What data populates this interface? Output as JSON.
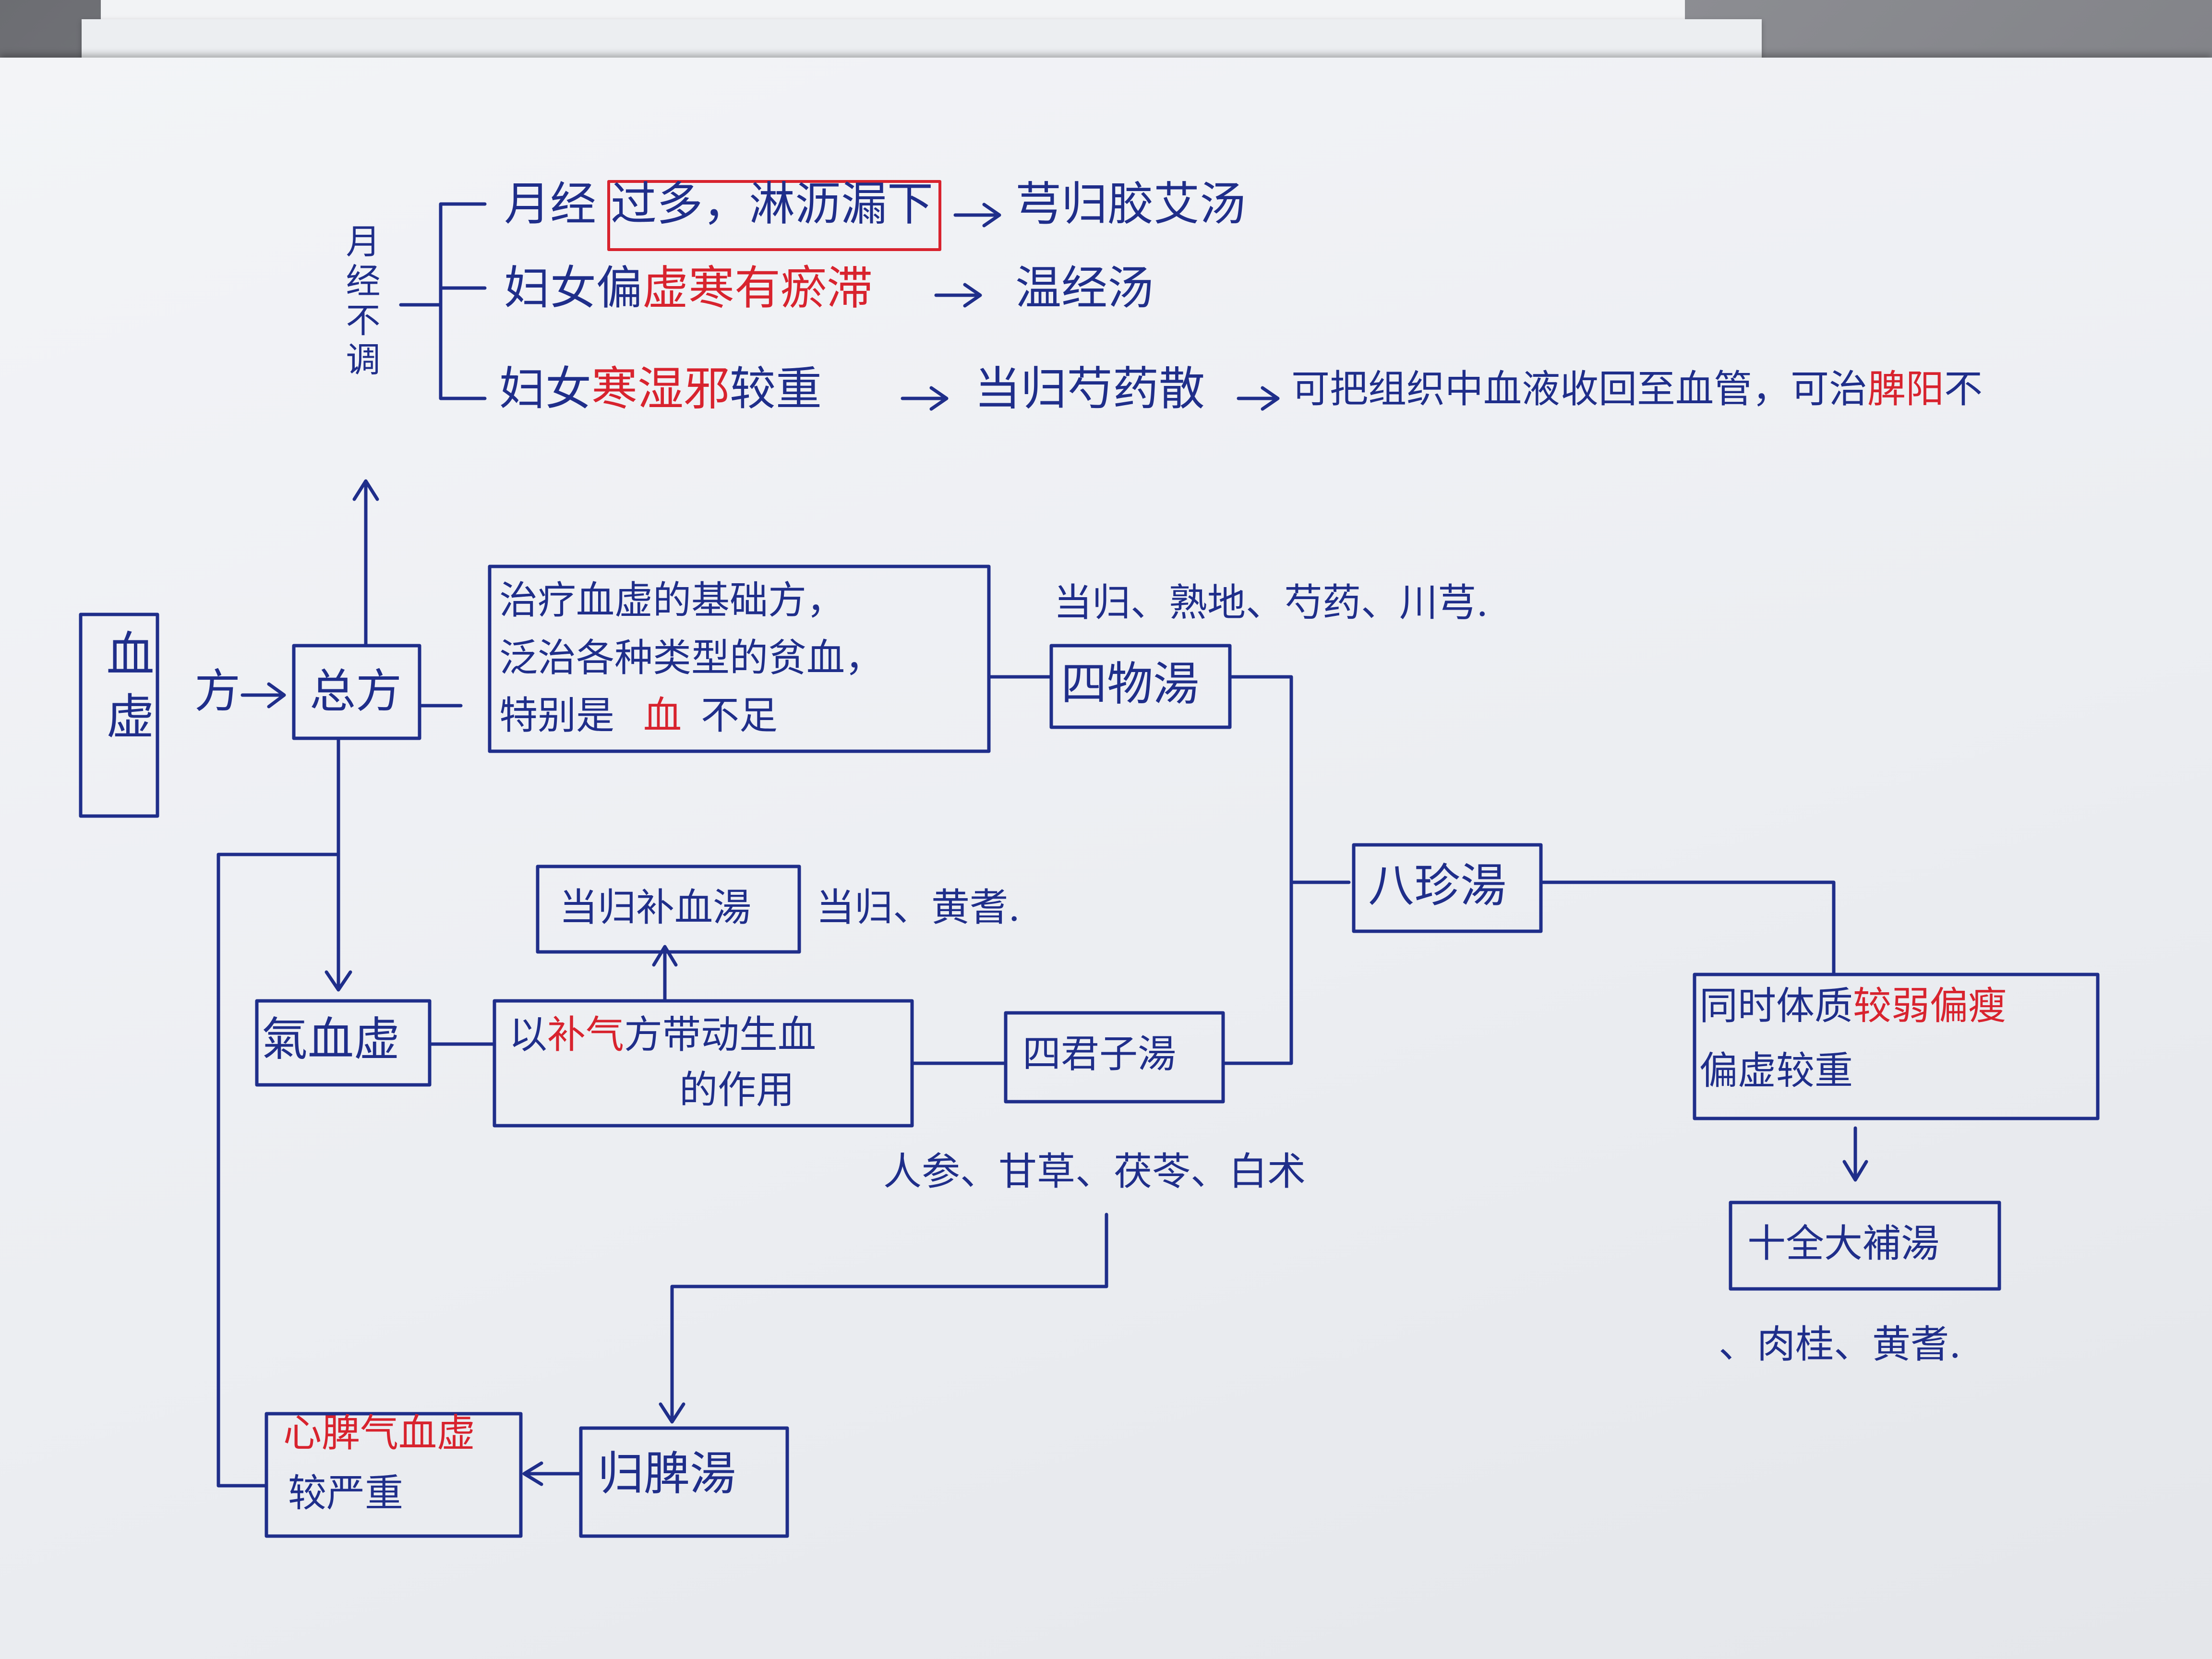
{
  "colors": {
    "ink": "#1f2e8a",
    "accent": "#d8232e",
    "paper": "#eef0f3"
  },
  "root": {
    "label": "血虚",
    "arrow_text": "方"
  },
  "top_section": {
    "label": "月经不调",
    "items": [
      {
        "prefix": "月经",
        "highlight": "过多，淋沥漏下",
        "formula": "芎归胶艾汤"
      },
      {
        "prefix": "妇女偏",
        "highlight": "虚寒有瘀滞",
        "formula": "温经汤"
      },
      {
        "prefix": "妇女",
        "highlight": "寒湿邪",
        "suffix": "较重",
        "formula": "当归芍药散",
        "note_prefix": "可把组织中血液收回至血管，可治",
        "note_highlight": "脾阳",
        "note_suffix": "不"
      }
    ]
  },
  "zongfang": {
    "label": "总方",
    "desc_line1": "治疗血虚的基础方，",
    "desc_line2": "泛治各种类型的贫血，",
    "desc_line3_prefix": "特别是",
    "desc_line3_highlight": "血",
    "desc_line3_suffix": "不足"
  },
  "siwu": {
    "label": "四物湯",
    "ingredients": "当归、熟地、芍药、川芎."
  },
  "bazhen": {
    "label": "八珍湯"
  },
  "danggui_buxue": {
    "label": "当归补血湯",
    "ingredients": "当归、黄耆."
  },
  "qixue": {
    "label": "氣血虚",
    "desc_prefix": "以",
    "desc_highlight": "补气",
    "desc_suffix": "方带动生血",
    "desc_line2": "的作用"
  },
  "sijunzi": {
    "label": "四君子湯",
    "ingredients": "人参、甘草、茯苓、白术"
  },
  "tonggshi": {
    "line1_prefix": "同时体质",
    "line1_highlight": "较弱偏瘦",
    "line2": "偏虚较重"
  },
  "shiquan": {
    "label": "十全大補湯",
    "ingredients": "、肉桂、黄耆."
  },
  "xinpi": {
    "line1_highlight": "心脾气血虚",
    "line2": "较严重"
  },
  "guipi": {
    "label": "归脾湯"
  }
}
